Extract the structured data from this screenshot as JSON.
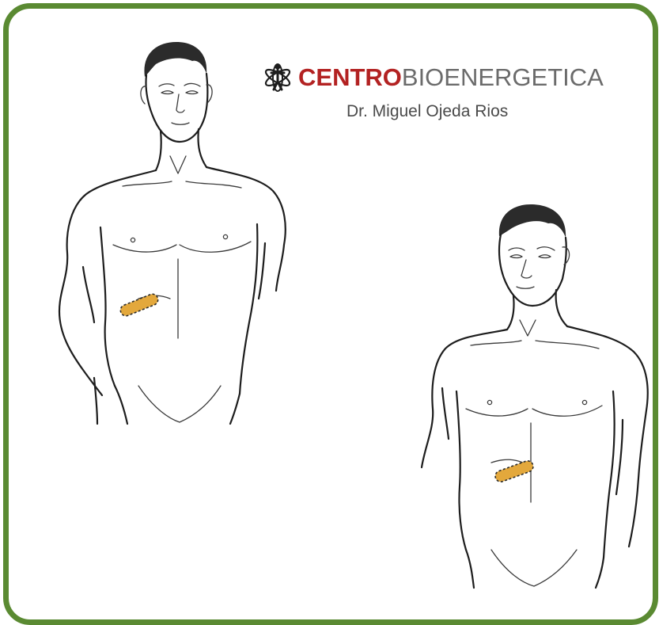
{
  "header": {
    "brand_bold": "CENTRO",
    "brand_light": "BIOENERGETICA",
    "doctor": "Dr. Miguel Ojeda Rios"
  },
  "logo_icon": "bioenergy-figure-icon",
  "colors": {
    "frame": "#5a8a32",
    "brand_red": "#b32222",
    "brand_gray": "#6b6b6b",
    "patch": "#e3a83c"
  },
  "figures": [
    {
      "name": "front-view-figure",
      "patch_location": "right upper abdomen"
    },
    {
      "name": "three-quarter-view-figure",
      "patch_location": "right upper abdomen"
    }
  ]
}
